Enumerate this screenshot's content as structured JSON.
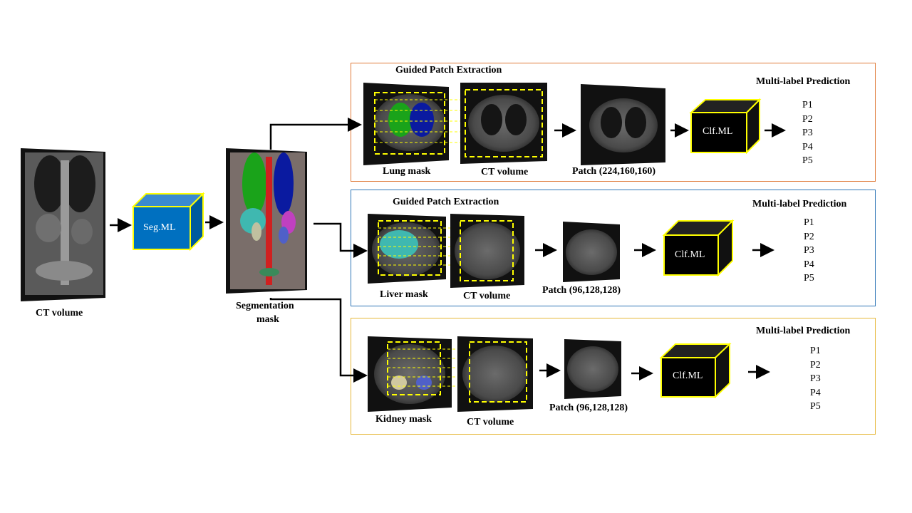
{
  "colors": {
    "lung_panel_border": "#e07b39",
    "liver_panel_border": "#2e75b6",
    "kidney_panel_border": "#e6b83a",
    "seg_box": "#0070c0",
    "clf_box": "#000000",
    "box_edge": "#ffff00",
    "lung_left": "#1aa31a",
    "lung_right": "#0a1aa0",
    "liver": "#3fb8b0",
    "kidney": "#5060c8",
    "spleen": "#c040c0",
    "spine": "#d02020"
  },
  "input": {
    "label": "CT volume"
  },
  "seg_model": {
    "label": "Seg.ML"
  },
  "seg_mask": {
    "label_line1": "Segmentation",
    "label_line2": "mask"
  },
  "branches": [
    {
      "title": "Guided  Patch  Extraction",
      "mask_label": "Lung mask",
      "ct_label": "CT volume",
      "patch_label": "Patch  (224,160,160)",
      "model_label": "Clf.ML",
      "prediction_title": "Multi-label  Prediction",
      "predictions": [
        "P1",
        "P2",
        "P3",
        "P4",
        "P5"
      ]
    },
    {
      "title": "Guided  Patch  Extraction",
      "mask_label": "Liver mask",
      "ct_label": "CT volume",
      "patch_label": "Patch  (96,128,128)",
      "model_label": "Clf.ML",
      "prediction_title": "Multi-label  Prediction",
      "predictions": [
        "P1",
        "P2",
        "P3",
        "P4",
        "P5"
      ]
    },
    {
      "title": "",
      "mask_label": "Kidney mask",
      "ct_label": "CT volume",
      "patch_label": "Patch  (96,128,128)",
      "model_label": "Clf.ML",
      "prediction_title": "Multi-label  Prediction",
      "predictions": [
        "P1",
        "P2",
        "P3",
        "P4",
        "P5"
      ]
    }
  ]
}
